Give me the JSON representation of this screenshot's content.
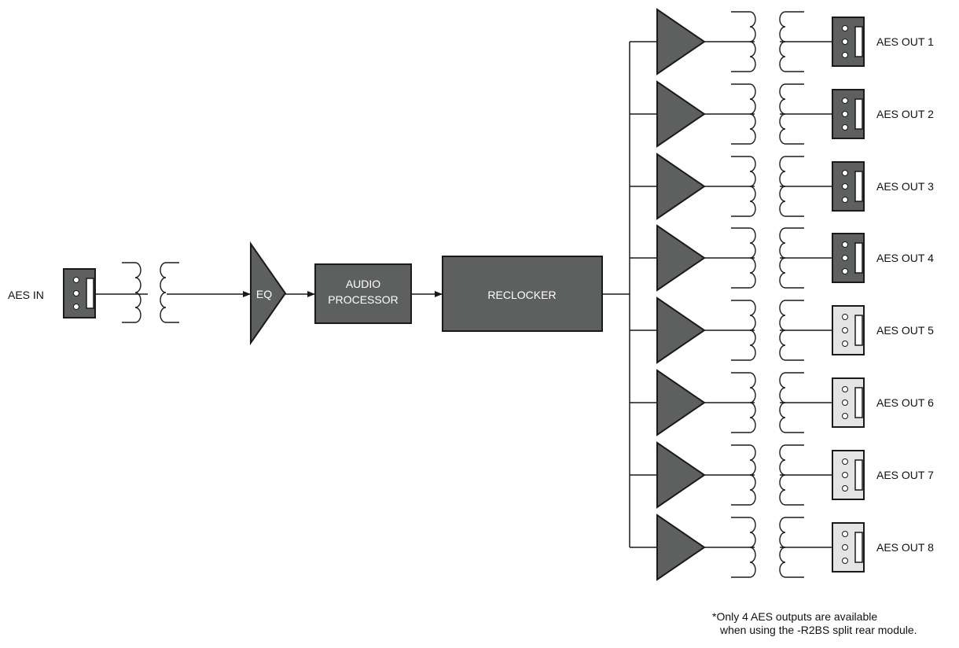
{
  "input": {
    "label": "AES IN",
    "connector_color": "#5e6060"
  },
  "eq": {
    "label": "EQ"
  },
  "audio_processor": {
    "line1": "AUDIO",
    "line2": "PROCESSOR"
  },
  "reclocker": {
    "label": "RECLOCKER"
  },
  "outputs": [
    {
      "label": "AES OUT 1",
      "connector_color": "#5e6060"
    },
    {
      "label": "AES OUT 2",
      "connector_color": "#5e6060"
    },
    {
      "label": "AES OUT 3",
      "connector_color": "#5e6060"
    },
    {
      "label": "AES OUT 4",
      "connector_color": "#5e6060"
    },
    {
      "label": "AES OUT 5",
      "connector_color": "#e4e4e4"
    },
    {
      "label": "AES OUT 6",
      "connector_color": "#e4e4e4"
    },
    {
      "label": "AES OUT 7",
      "connector_color": "#e4e4e4"
    },
    {
      "label": "AES OUT 8",
      "connector_color": "#e4e4e4"
    }
  ],
  "footnote": {
    "line1": "*Only 4 AES outputs are available",
    "line2": "when using the -R2BS split rear module."
  },
  "colors": {
    "block_fill": "#5e6060",
    "line": "#1a1a1a",
    "connector_dim": "#e4e4e4"
  }
}
